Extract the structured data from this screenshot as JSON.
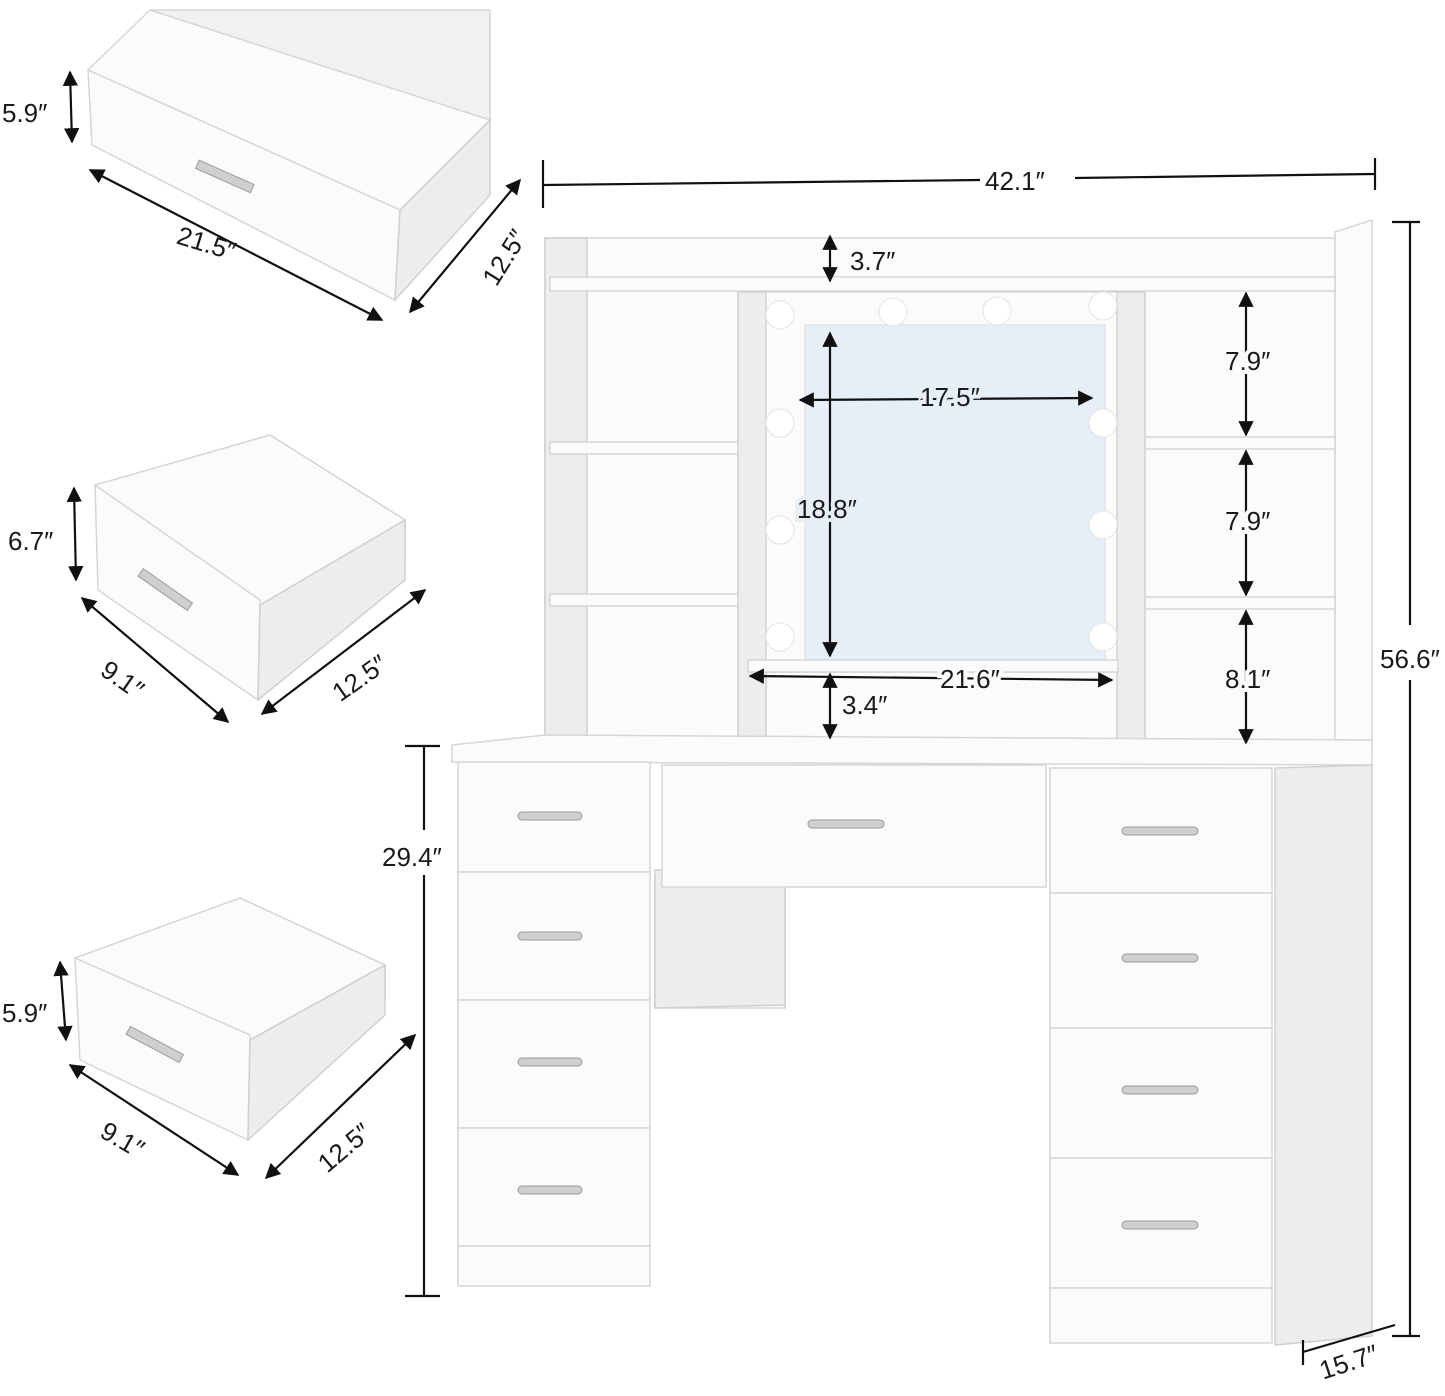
{
  "drawers": [
    {
      "height": "5.9″",
      "width": "21.5″",
      "depth": "12.5″"
    },
    {
      "height": "6.7″",
      "width": "9.1″",
      "depth": "12.5″"
    },
    {
      "height": "5.9″",
      "width": "9.1″",
      "depth": "12.5″"
    }
  ],
  "vanity": {
    "overall_width": "42.1″",
    "overall_height": "56.6″",
    "depth": "15.7″",
    "desk_height": "29.4″",
    "top_gap": "3.7″",
    "shelf_heights": [
      "7.9″",
      "7.9″",
      "8.1″"
    ],
    "mirror_width": "17.5″",
    "mirror_height": "18.8″",
    "mirror_frame_width": "21.6″",
    "mirror_bottom_gap": "3.4″"
  },
  "colors": {
    "furniture": "#fbfbfb",
    "mirror": "#e6eef7",
    "lines": "#111111"
  }
}
